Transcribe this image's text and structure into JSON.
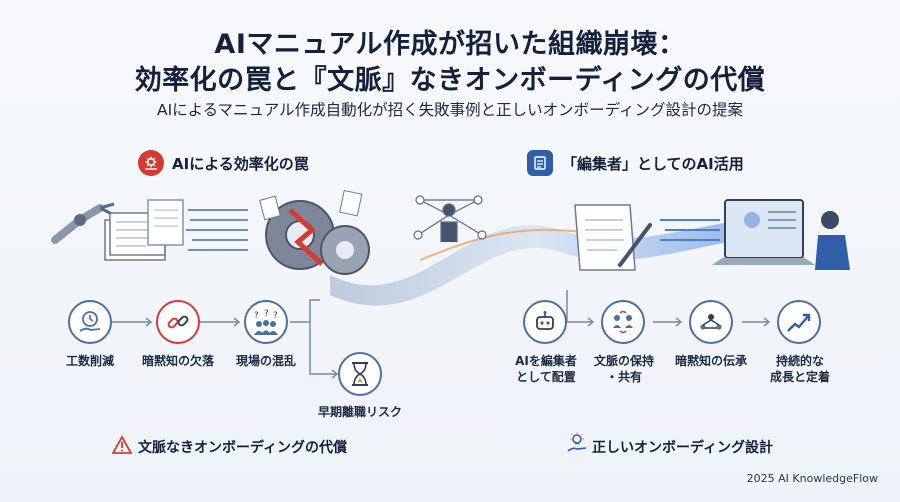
{
  "title_line1": "AIマニュアル作成が招いた組織崩壊：",
  "title_line2": "効率化の罠と『文脈』なきオンボーディングの代償",
  "subtitle": "AIによるマニュアル作成自動化が招く失敗事例と正しいオンボーディング設計の提案",
  "left": {
    "heading": "AIによる効率化の罠",
    "steps": [
      {
        "label": "工数削減",
        "icon": "clock-hand-icon"
      },
      {
        "label": "暗黙知の欠落",
        "icon": "broken-chain-icon"
      },
      {
        "label": "現場の混乱",
        "icon": "confused-people-icon"
      }
    ],
    "risk": {
      "label": "早期離職リスク",
      "icon": "hourglass-icon"
    },
    "footer": "文脈なきオンボーディングの代償"
  },
  "right": {
    "heading": "「編集者」としてのAI活用",
    "steps": [
      {
        "label_lines": [
          "AIを編集者",
          "として配置"
        ],
        "icon": "robot-icon"
      },
      {
        "label_lines": [
          "文脈の保持",
          "・共有"
        ],
        "icon": "sharing-people-icon"
      },
      {
        "label_lines": [
          "暗黙知の伝承"
        ],
        "icon": "knowledge-network-icon"
      },
      {
        "label_lines": [
          "持続的な",
          "成長と定着"
        ],
        "icon": "growth-arrow-icon"
      }
    ],
    "footer": "正しいオンボーディング設計"
  },
  "colors": {
    "accent_red": "#d63a2f",
    "accent_blue": "#2f5fa8",
    "navy": "#14213d"
  },
  "copyright": "2025 AI KnowledgeFlow"
}
